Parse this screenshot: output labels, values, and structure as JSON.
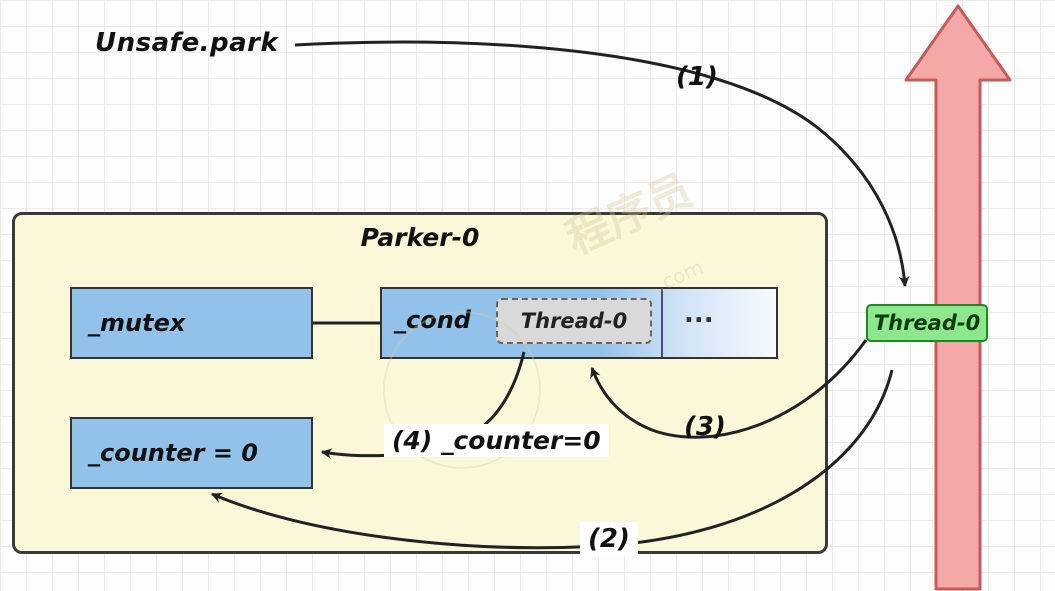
{
  "diagram": {
    "title": "Unsafe.park",
    "steps": {
      "s1": "(1)",
      "s2": "(2)",
      "s3": "(3)",
      "s4": "(4) _counter=0"
    },
    "parker": {
      "title": "Parker-0",
      "mutex_label": "_mutex",
      "cond_label": "_cond",
      "cond_queue_item": "Thread-0",
      "cond_more": "...",
      "counter_label": "_counter = 0"
    },
    "thread_box_label": "Thread-0",
    "watermark": {
      "text": "程序员",
      "domain": ".com"
    },
    "colors": {
      "container_fill": "#FBF8D9",
      "box_blue": "#92C1E9",
      "queue_gray": "#D9D9D9",
      "thread_green": "#8DE88D",
      "thread_green_border": "#1e8a1e",
      "big_arrow_pink": "#F5A8A8",
      "big_arrow_border": "#C65B5B",
      "arrow_black": "#222222"
    }
  }
}
